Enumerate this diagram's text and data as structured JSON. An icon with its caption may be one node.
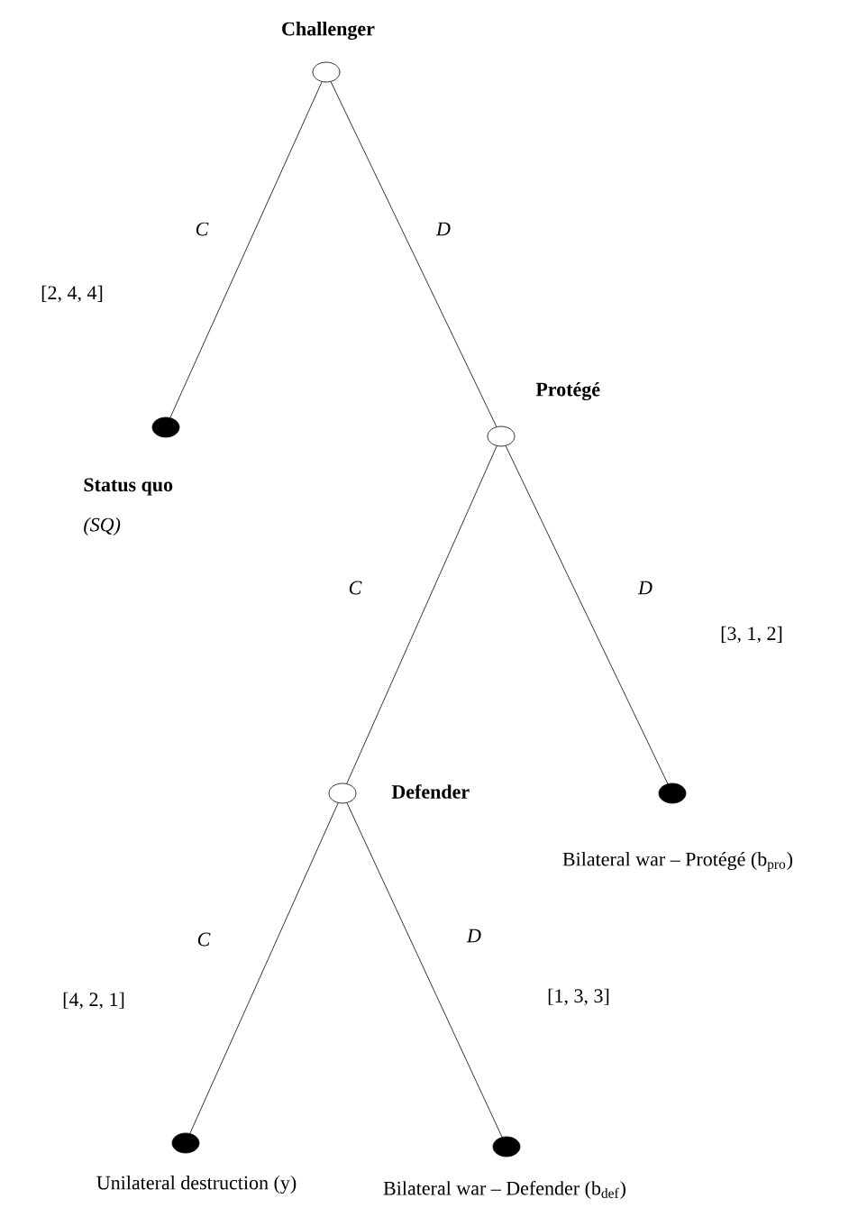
{
  "diagram": {
    "nodes": [
      {
        "text": [
          "Challenger"
        ]
      },
      {
        "text": [
          "Status quo",
          "(SQ)"
        ]
      },
      {
        "text": [
          "Protégé"
        ]
      },
      {
        "text": [
          "Defender"
        ]
      },
      {
        "text": [
          "Bilateral war – Protégé (b$_{pro}$)"
        ]
      },
      {
        "text": [
          "Unilateral destruction (y)"
        ]
      },
      {
        "text": [
          "Bilateral war – Defender (b$_{def}$)"
        ]
      }
    ],
    "edges": [
      {
        "from": 0,
        "to": 1,
        "arrow": "none",
        "label": "C"
      },
      {
        "from": 0,
        "to": 2,
        "arrow": "none",
        "label": "D"
      },
      {
        "from": 2,
        "to": 3,
        "arrow": "none",
        "label": "C"
      },
      {
        "from": 2,
        "to": 4,
        "arrow": "none",
        "label": "D"
      },
      {
        "from": 3,
        "to": 5,
        "arrow": "none",
        "label": "C"
      },
      {
        "from": 3,
        "to": 6,
        "arrow": "none",
        "label": "D"
      }
    ],
    "labels": [
      "[2, 4, 4]",
      "[3, 1, 2]",
      "[4, 2, 1]",
      "[1, 3, 3]"
    ]
  }
}
